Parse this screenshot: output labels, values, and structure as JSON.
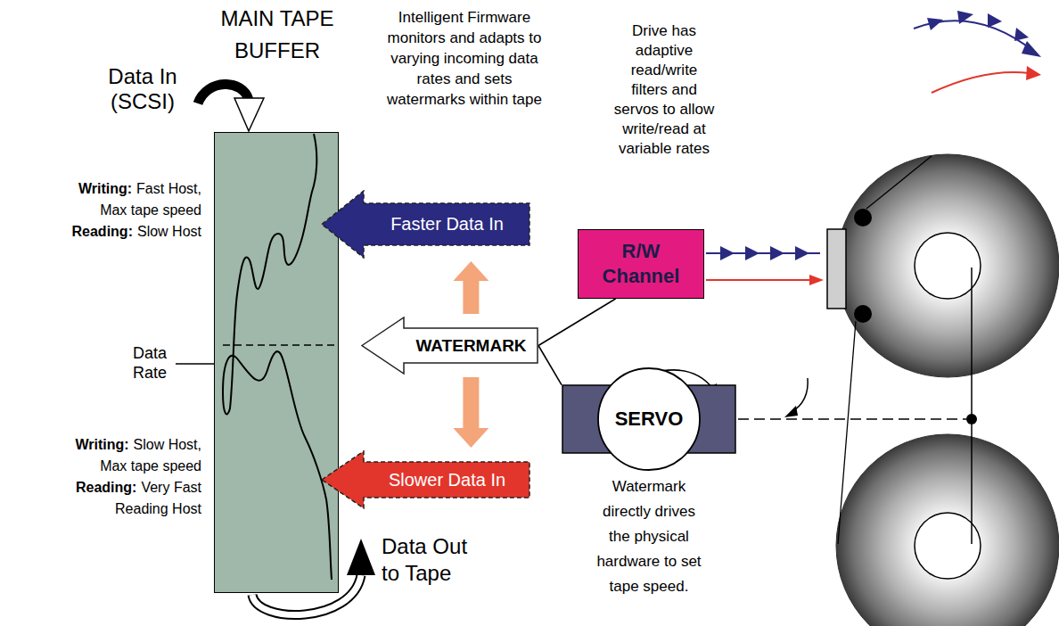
{
  "diagram": {
    "nodes": [
      {
        "text": [
          "MAIN TAPE BUFFER"
        ]
      },
      {
        "text": [
          "Faster Data In"
        ]
      },
      {
        "text": [
          "WATERMARK"
        ]
      },
      {
        "text": [
          "Slower Data In"
        ]
      },
      {
        "text": [
          "R/W Channel"
        ]
      },
      {
        "text": [
          "SERVO"
        ]
      }
    ],
    "edges": [
      {
        "from": 2,
        "to": 1,
        "arrow": "to"
      },
      {
        "from": 2,
        "to": 3,
        "arrow": "to"
      },
      {
        "from": 2,
        "to": 4,
        "arrow": "none"
      },
      {
        "from": 2,
        "to": 5,
        "arrow": "none"
      }
    ],
    "labels": [
      "Data In (SCSI)",
      "Intelligent Firmware monitors and adapts to varying incoming data rates and sets watermarks within tape",
      "Drive has adaptive read/write filters and servos to allow write/read at variable rates",
      "Writing:",
      "Fast Host, Max tape speed",
      "Reading:",
      "Slow Host",
      "Data Rate",
      "Writing:",
      "Slow Host, Max tape speed",
      "Reading:",
      "Very Fast Reading Host",
      "Data Out to Tape",
      "Watermark directly drives the physical hardware to set tape speed."
    ]
  }
}
